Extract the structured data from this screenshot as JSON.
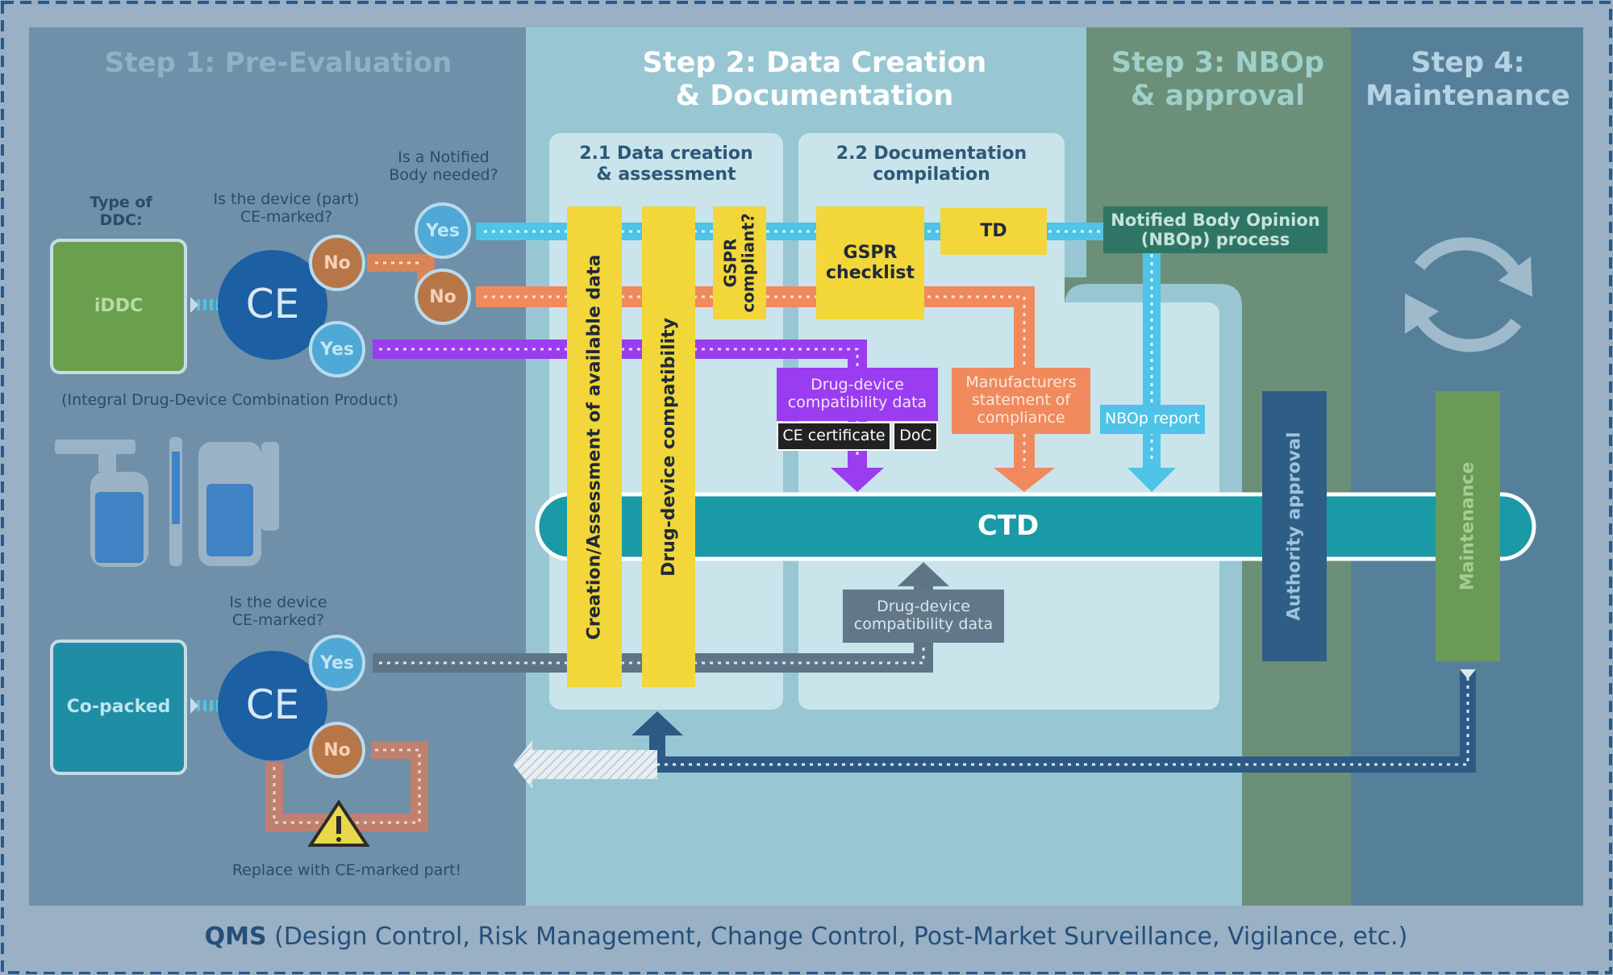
{
  "steps": {
    "step1": "Step 1: Pre-Evaluation",
    "step2": "Step 2: Data Creation\n& Documentation",
    "step3": "Step 3: NBOp\n& approval",
    "step4": "Step 4:\nMaintenance"
  },
  "panels": {
    "data_creation": "2.1 Data creation\n& assessment",
    "documentation": "2.2 Documentation\ncompilation"
  },
  "questions": {
    "notified_body": "Is a Notified\nBody needed?",
    "ce_marked_part": "Is the device (part)\nCE-marked?",
    "ce_marked": "Is the device\nCE-marked?",
    "type_of_ddc": "Type of\nDDC:"
  },
  "nodes": {
    "iddc": "iDDC",
    "iddc_caption": "(Integral Drug-Device Combination Product)",
    "copacked": "Co-packed",
    "replace_note": "Replace with CE-marked part!",
    "ce_mark": "CE"
  },
  "answers": {
    "yes": "Yes",
    "no": "No"
  },
  "bars": {
    "creation": "Creation/Assessment of available data",
    "compatibility": "Drug-device compatibility",
    "gspr_compliant": "GSPR\ncompliant?",
    "authority": "Authority approval",
    "maintenance": "Maintenance"
  },
  "boxes": {
    "gspr_checklist": "GSPR\nchecklist",
    "td": "TD",
    "nbop_process": "Notified Body Opinion\n(NBOp) process",
    "ddc_data_purple": "Drug-device\ncompatibility data",
    "ce_certificate": "CE certificate",
    "doc": "DoC",
    "manufacturers": "Manufacturers\nstatement of\ncompliance",
    "nbop_report": "NBOp report",
    "ddc_data_grey": "Drug-device\ncompatibility data",
    "ctd": "CTD"
  },
  "footer": {
    "qms": "QMS",
    "qms_detail": " (Design Control, Risk Management, Change Control, Post-Market Surveillance, Vigilance, etc.)"
  },
  "colors": {
    "yellow": "#f2d63a",
    "teal_ctd": "#1a9aa6",
    "purple": "#9a3cf0",
    "orange": "#f08a5d",
    "light_blue": "#4fc3e8",
    "green_box": "#6aa04d",
    "navy_circle": "#1d5fa3"
  },
  "icons": [
    "refresh-cycle-icon",
    "warning-triangle-icon",
    "nasal-spray-icon",
    "pen-injector-icon",
    "inhaler-icon"
  ]
}
